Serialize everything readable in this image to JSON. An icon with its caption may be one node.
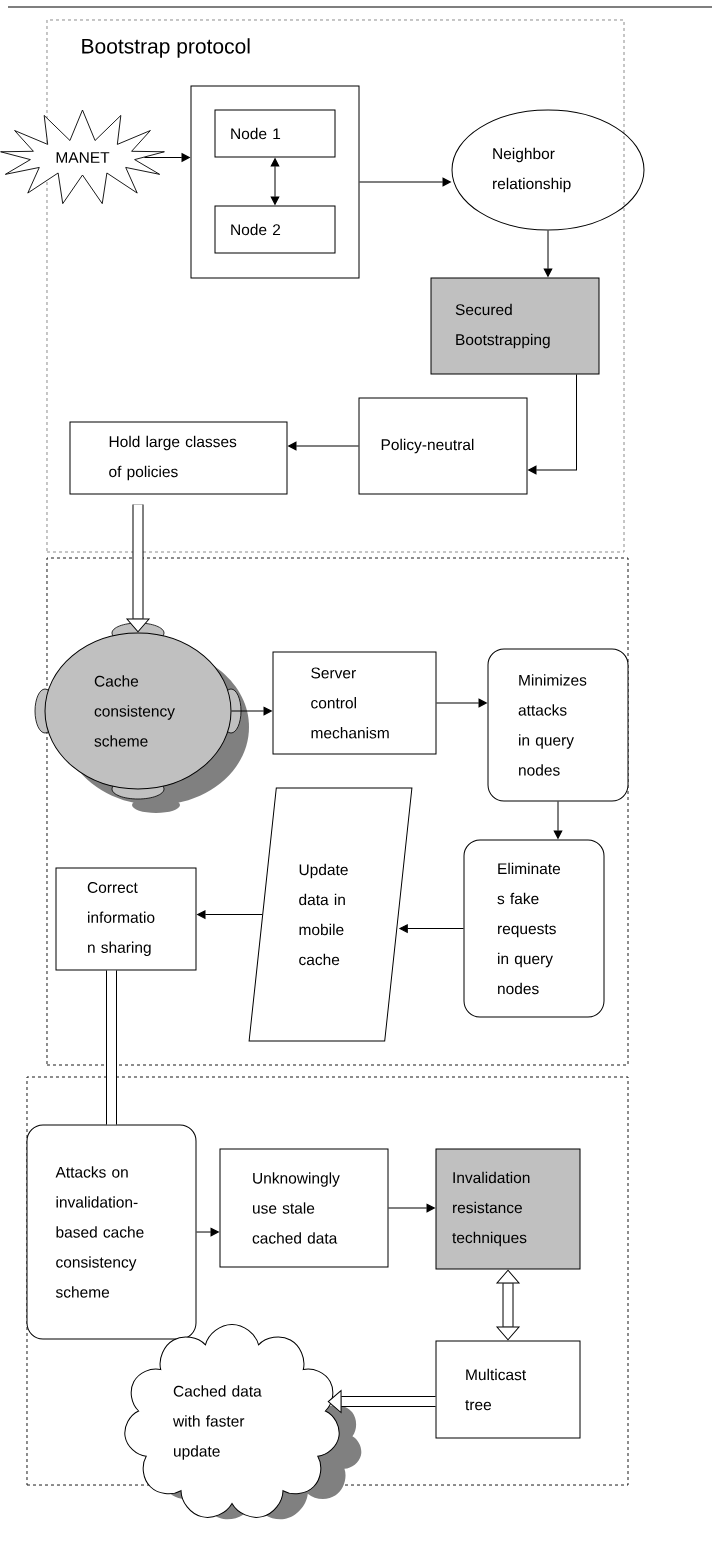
{
  "diagram": {
    "nodes": [
      {
        "text": [
          "Bootstrap protocol"
        ]
      },
      {
        "text": [
          "MANET"
        ]
      },
      {
        "text": [],
        "shape": "box",
        "in": 0
      },
      {
        "text": [
          "Node 1"
        ],
        "in": 2
      },
      {
        "text": [
          "Node 2"
        ],
        "in": 2
      },
      {
        "text": [
          "Neighbor relationship"
        ],
        "in": 0
      },
      {
        "text": [
          "Secured Bootstrapping"
        ],
        "in": 0
      },
      {
        "text": [
          "Policy-neutral"
        ],
        "in": 0
      },
      {
        "text": [
          "Hold large classes of policies"
        ],
        "in": 0
      },
      {
        "text": [],
        "shape": "box"
      },
      {
        "text": [
          "Cache consistency scheme"
        ],
        "in": 9
      },
      {
        "text": [
          "Server control mechanism"
        ],
        "in": 9
      },
      {
        "text": [
          "Minimizes attacks in query nodes"
        ],
        "in": 9
      },
      {
        "text": [
          "Eliminate s fake requests in query nodes"
        ],
        "in": 9
      },
      {
        "text": [
          "Update data in mobile cache"
        ],
        "in": 9
      },
      {
        "text": [
          "Correct informatio n sharing"
        ],
        "in": 9
      },
      {
        "text": [],
        "shape": "box"
      },
      {
        "text": [
          "Attacks on invalidation-based cache consistency scheme"
        ],
        "in": 16
      },
      {
        "text": [
          "Unknowingly use stale cached data"
        ],
        "in": 16
      },
      {
        "text": [
          "Invalidation resistance techniques"
        ],
        "in": 16
      },
      {
        "text": [
          "Multicast tree"
        ],
        "in": 16
      },
      {
        "text": [
          "Cached data with faster update"
        ]
      }
    ],
    "edges": [
      {
        "from": 1,
        "to": 2,
        "arrow": "to"
      },
      {
        "from": 3,
        "to": 4,
        "arrow": "both"
      },
      {
        "from": 2,
        "to": 5,
        "arrow": "to"
      },
      {
        "from": 5,
        "to": 6,
        "arrow": "to"
      },
      {
        "from": 6,
        "to": 7,
        "arrow": "to"
      },
      {
        "from": 7,
        "to": 8,
        "arrow": "to"
      },
      {
        "from": 8,
        "to": 10,
        "arrow": "to",
        "style": "thick"
      },
      {
        "from": 10,
        "to": 11,
        "arrow": "to"
      },
      {
        "from": 11,
        "to": 12,
        "arrow": "to"
      },
      {
        "from": 12,
        "to": 13,
        "arrow": "to"
      },
      {
        "from": 13,
        "to": 14,
        "arrow": "to"
      },
      {
        "from": 14,
        "to": 15,
        "arrow": "to"
      },
      {
        "from": 15,
        "to": 17,
        "arrow": "none",
        "style": "thick"
      },
      {
        "from": 17,
        "to": 18,
        "arrow": "to"
      },
      {
        "from": 18,
        "to": 19,
        "arrow": "to"
      },
      {
        "from": 19,
        "to": 20,
        "arrow": "both",
        "style": "thick"
      },
      {
        "from": 20,
        "to": 21,
        "arrow": "to",
        "style": "thick"
      }
    ]
  }
}
